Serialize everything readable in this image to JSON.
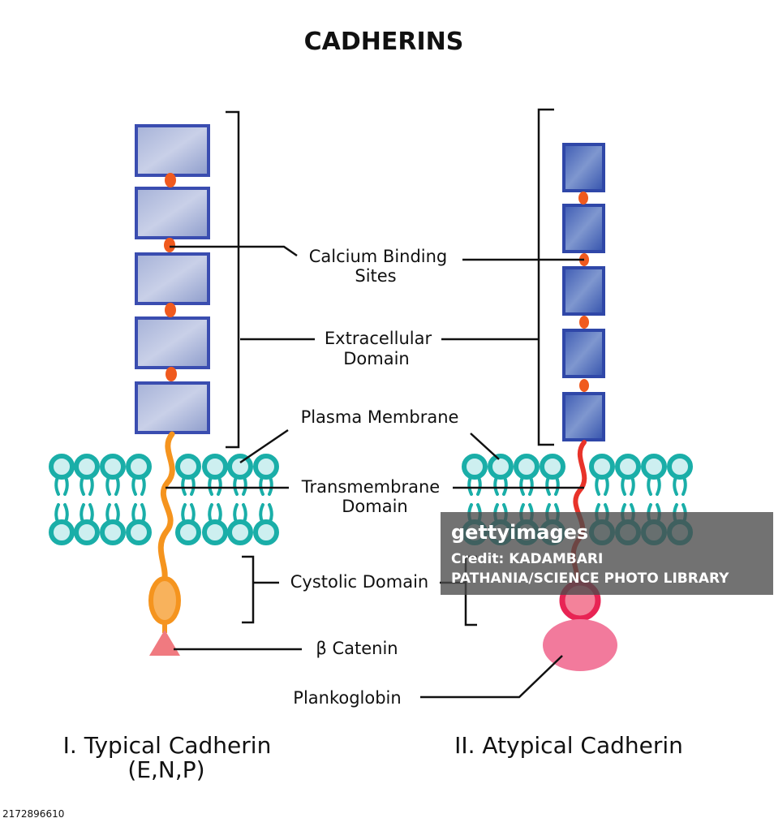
{
  "title": "CADHERINS",
  "labels": {
    "calcium_line1": "Calcium Binding",
    "calcium_line2": "Sites",
    "extracellular_line1": "Extracellular",
    "extracellular_line2": "Domain",
    "plasma_membrane": "Plasma Membrane",
    "transmembrane_line1": "Transmembrane",
    "transmembrane_line2": "Domain",
    "cystolic_domain": "Cystolic Domain",
    "beta_catenin": "β Catenin",
    "plakoglobin": "Plankoglobin"
  },
  "captions": {
    "typical_line1": "I. Typical Cadherin",
    "typical_line2": "(E,N,P)",
    "atypical": "II. Atypical Cadherin"
  },
  "watermark": {
    "brand": "gettyimages",
    "credit_line1": "Credit: KADAMBARI",
    "credit_line2": "PATHANIA/SCIENCE PHOTO LIBRARY"
  },
  "image_id": "2172896610",
  "colors": {
    "domain_fill": "#8fa0cc",
    "domain_stroke": "#3a4db0",
    "calcium_site": "#f05a1e",
    "phospholipid": "#1aaea8",
    "typical_tail": "#f5941e",
    "atypical_tail": "#e8332a",
    "beta_catenin": "#f07a80",
    "plakoglobin": "#f27a9c"
  }
}
